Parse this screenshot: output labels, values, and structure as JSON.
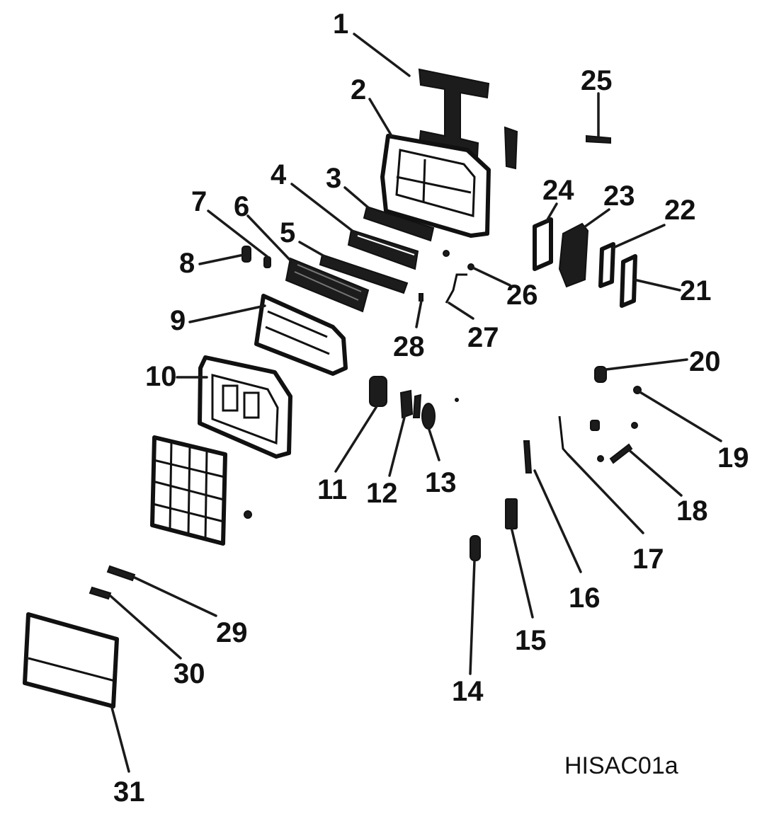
{
  "diagram": {
    "code": "HISAC01a",
    "labels": [
      "1",
      "2",
      "3",
      "4",
      "5",
      "6",
      "7",
      "8",
      "9",
      "10",
      "11",
      "12",
      "13",
      "14",
      "15",
      "16",
      "17",
      "18",
      "19",
      "20",
      "21",
      "22",
      "23",
      "24",
      "25",
      "26",
      "27",
      "28",
      "29",
      "30",
      "31"
    ]
  }
}
